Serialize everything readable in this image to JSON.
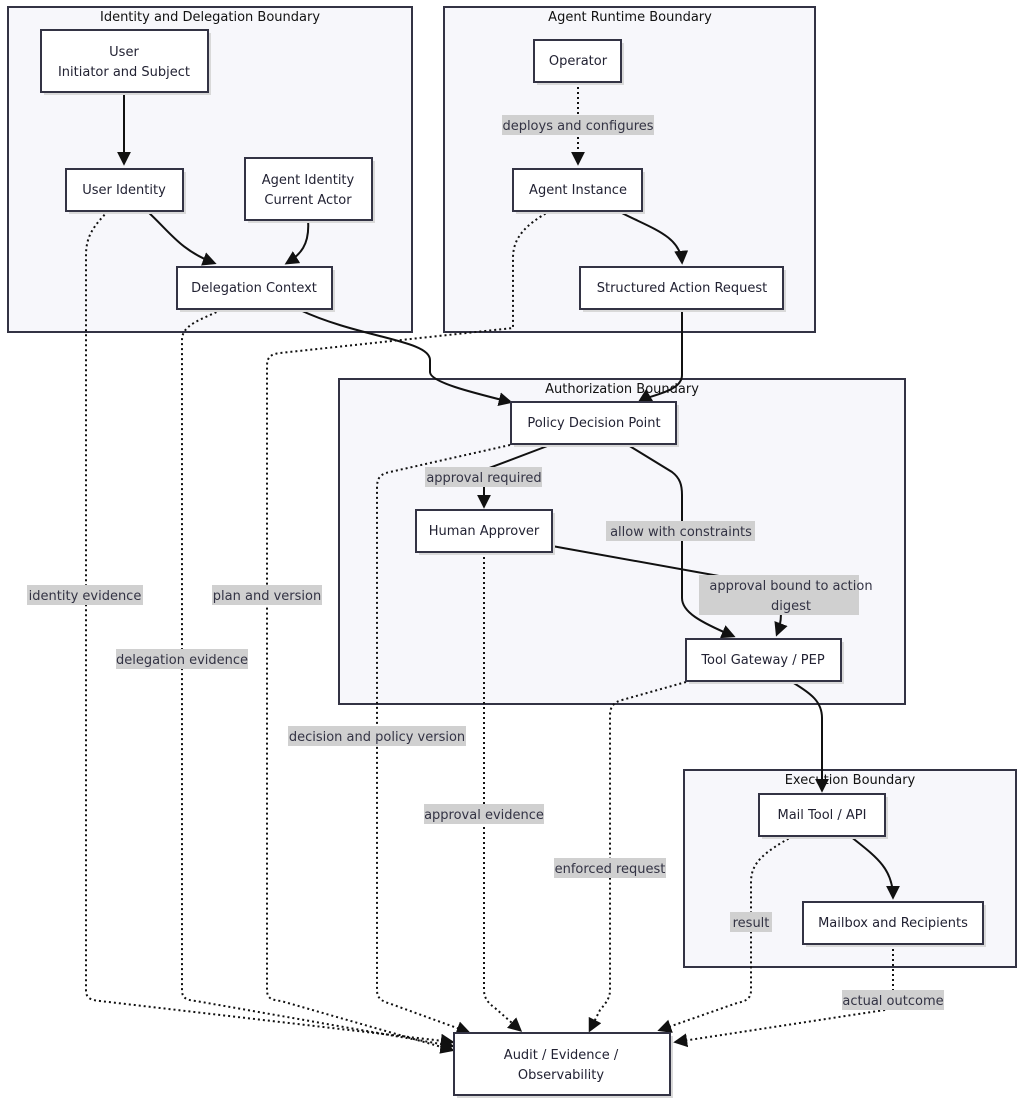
{
  "clusters": {
    "identity": "Identity and Delegation Boundary",
    "runtime": "Agent Runtime Boundary",
    "authorization": "Authorization Boundary",
    "execution": "Execution Boundary"
  },
  "nodes": {
    "user": [
      "User",
      "Initiator and Subject"
    ],
    "user_identity": [
      "User Identity"
    ],
    "agent_identity": [
      "Agent Identity",
      "Current Actor"
    ],
    "delegation_context": [
      "Delegation Context"
    ],
    "operator": [
      "Operator"
    ],
    "agent_instance": [
      "Agent Instance"
    ],
    "structured_action_request": [
      "Structured Action Request"
    ],
    "policy_decision_point": [
      "Policy Decision Point"
    ],
    "human_approver": [
      "Human Approver"
    ],
    "tool_gateway": [
      "Tool Gateway / PEP"
    ],
    "mail_tool": [
      "Mail Tool / API"
    ],
    "mailbox": [
      "Mailbox and Recipients"
    ],
    "audit": [
      "Audit / Evidence /",
      "Observability"
    ]
  },
  "edge_labels": {
    "deploys": [
      "deploys and configures"
    ],
    "approval_required": [
      "approval required"
    ],
    "allow_constraints": [
      "allow with constraints"
    ],
    "approval_bound": [
      "approval bound to action",
      "digest"
    ],
    "identity_evidence": [
      "identity evidence"
    ],
    "plan_version": [
      "plan and version"
    ],
    "delegation_evidence": [
      "delegation evidence"
    ],
    "decision_policy": [
      "decision and policy version"
    ],
    "approval_evidence": [
      "approval evidence"
    ],
    "enforced_request": [
      "enforced request"
    ],
    "result": [
      "result"
    ],
    "actual_outcome": [
      "actual outcome"
    ]
  }
}
